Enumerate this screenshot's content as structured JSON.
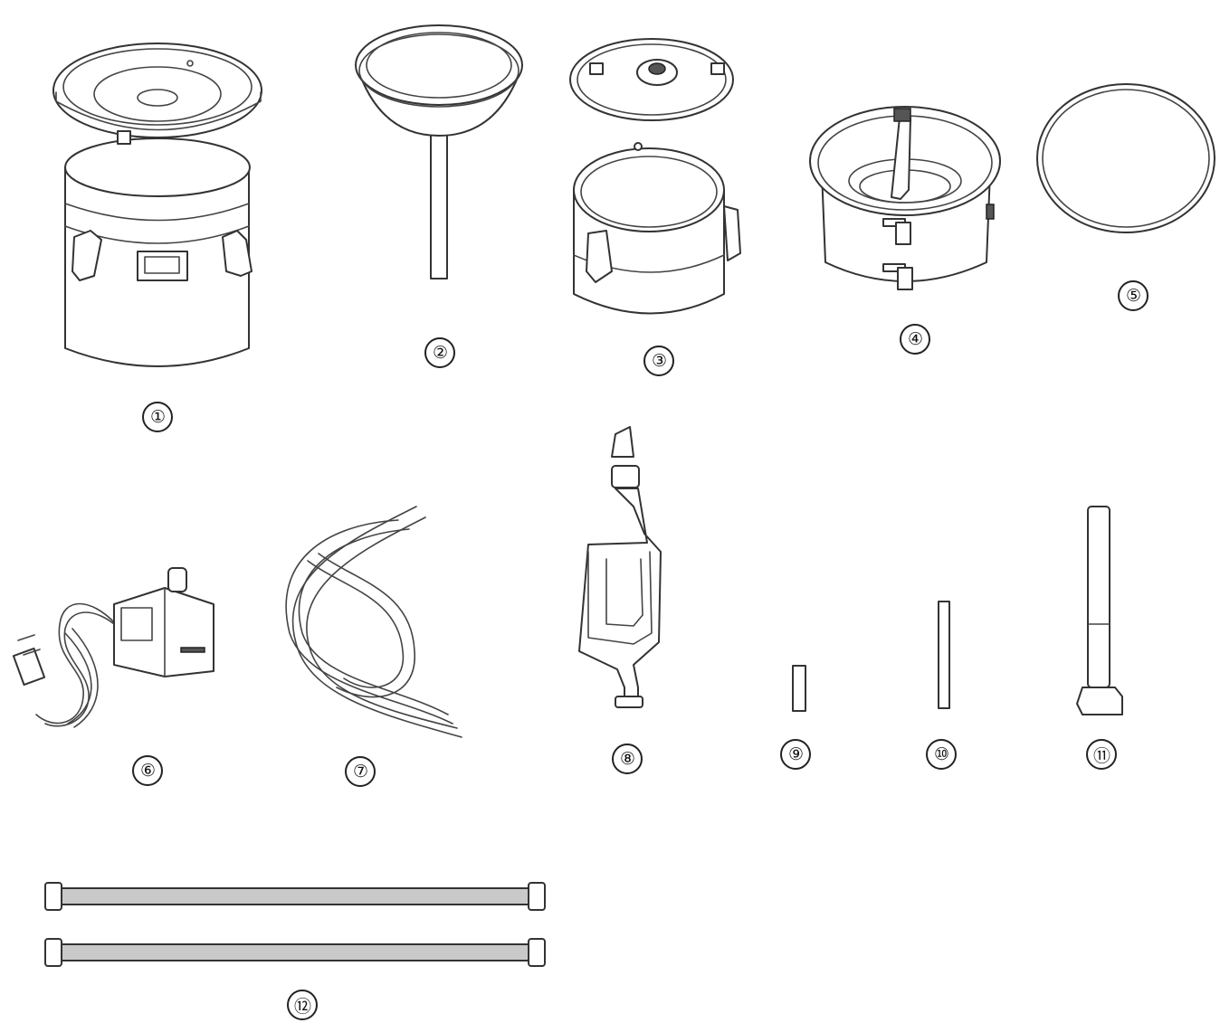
{
  "parts": [
    {
      "id": 1,
      "label": "①",
      "icon": "fermenter-barrel-with-lid-icon"
    },
    {
      "id": 2,
      "label": "②",
      "icon": "column-plate-tube-icon"
    },
    {
      "id": 3,
      "label": "③",
      "icon": "clamp-lid-pot-icon"
    },
    {
      "id": 4,
      "label": "④",
      "icon": "condenser-pot-with-valves-icon"
    },
    {
      "id": 5,
      "label": "⑤",
      "icon": "gasket-ring-icon"
    },
    {
      "id": 6,
      "label": "⑥",
      "icon": "water-pump-with-plug-icon"
    },
    {
      "id": 7,
      "label": "⑦",
      "icon": "silicone-hoses-icon"
    },
    {
      "id": 8,
      "label": "⑧",
      "icon": "airlock-icon"
    },
    {
      "id": 9,
      "label": "⑨",
      "icon": "short-tube-icon"
    },
    {
      "id": 10,
      "label": "⑩",
      "icon": "long-tube-icon"
    },
    {
      "id": 11,
      "label": "⑪",
      "icon": "thermometer-icon"
    },
    {
      "id": 12,
      "label": "⑫",
      "icon": "connecting-rods-icon"
    }
  ]
}
